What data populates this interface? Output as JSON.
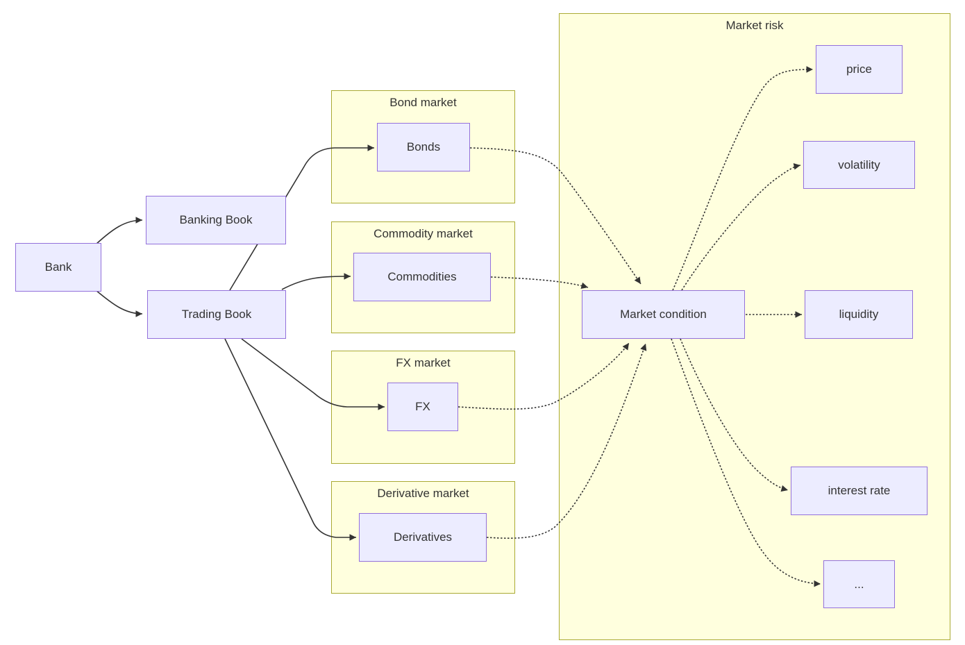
{
  "colors": {
    "node_fill": "#ECECFF",
    "node_border": "#9370DB",
    "subgraph_fill": "#FFFFDE",
    "subgraph_border": "#AAAA33",
    "edge": "#333333",
    "text": "#333333"
  },
  "subgraphs": {
    "bond_market": {
      "label": "Bond market"
    },
    "commodity_market": {
      "label": "Commodity market"
    },
    "fx_market": {
      "label": "FX market"
    },
    "derivative_market": {
      "label": "Derivative market"
    },
    "market_risk": {
      "label": "Market risk"
    }
  },
  "nodes": {
    "bank": {
      "label": "Bank"
    },
    "banking_book": {
      "label": "Banking Book"
    },
    "trading_book": {
      "label": "Trading Book"
    },
    "bonds": {
      "label": "Bonds"
    },
    "commodities": {
      "label": "Commodities"
    },
    "fx": {
      "label": "FX"
    },
    "derivatives": {
      "label": "Derivatives"
    },
    "market_condition": {
      "label": "Market condition"
    },
    "price": {
      "label": "price"
    },
    "volatility": {
      "label": "volatility"
    },
    "liquidity": {
      "label": "liquidity"
    },
    "interest_rate": {
      "label": "interest rate"
    },
    "more": {
      "label": "..."
    }
  },
  "edges": [
    {
      "from": "Bank",
      "to": "Banking Book",
      "style": "solid"
    },
    {
      "from": "Bank",
      "to": "Trading Book",
      "style": "solid"
    },
    {
      "from": "Trading Book",
      "to": "Bonds",
      "style": "solid"
    },
    {
      "from": "Trading Book",
      "to": "Commodities",
      "style": "solid"
    },
    {
      "from": "Trading Book",
      "to": "FX",
      "style": "solid"
    },
    {
      "from": "Trading Book",
      "to": "Derivatives",
      "style": "solid"
    },
    {
      "from": "Bonds",
      "to": "Market condition",
      "style": "dotted"
    },
    {
      "from": "Commodities",
      "to": "Market condition",
      "style": "dotted"
    },
    {
      "from": "FX",
      "to": "Market condition",
      "style": "dotted"
    },
    {
      "from": "Derivatives",
      "to": "Market condition",
      "style": "dotted"
    },
    {
      "from": "Market condition",
      "to": "price",
      "style": "dotted"
    },
    {
      "from": "Market condition",
      "to": "volatility",
      "style": "dotted"
    },
    {
      "from": "Market condition",
      "to": "liquidity",
      "style": "dotted"
    },
    {
      "from": "Market condition",
      "to": "interest rate",
      "style": "dotted"
    },
    {
      "from": "Market condition",
      "to": "...",
      "style": "dotted"
    }
  ]
}
